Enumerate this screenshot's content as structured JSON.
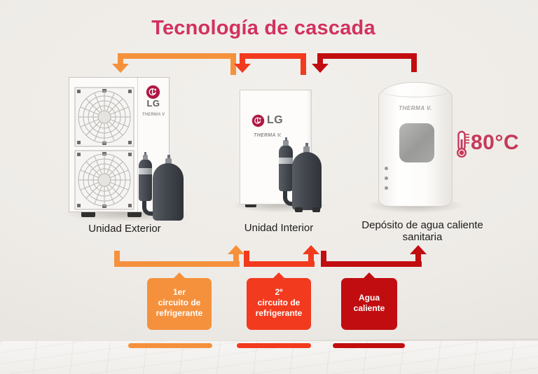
{
  "title": "Tecnología de cascada",
  "temperature": "80°C",
  "units": {
    "outdoor": {
      "label": "Unidad Exterior",
      "brand": "LG",
      "model": "THERMA V"
    },
    "indoor": {
      "label": "Unidad Interior",
      "brand": "LG",
      "model": "THERMA V."
    },
    "tank": {
      "label_line1": "Depósito de agua caliente",
      "label_line2": "sanitaria",
      "model": "THERMA V."
    }
  },
  "flow_labels": [
    {
      "line1": "1er",
      "line2": "circuito de",
      "line3": "refrigerante"
    },
    {
      "line1": "2º",
      "line2": "circuito de",
      "line3": "refrigerante"
    },
    {
      "line1": "Agua",
      "line2": "caliente"
    }
  ],
  "colors": {
    "title_pink": "#d2315e",
    "circuit1_orange": "#f5913d",
    "circuit2_red": "#f23a1e",
    "hot_water_dark_red": "#c10d10",
    "temperature_crimson": "#c43a58",
    "background": "#eeebe7"
  },
  "icons": [
    "lg-logo-icon",
    "fan-grille-icon",
    "thermometer-icon"
  ]
}
